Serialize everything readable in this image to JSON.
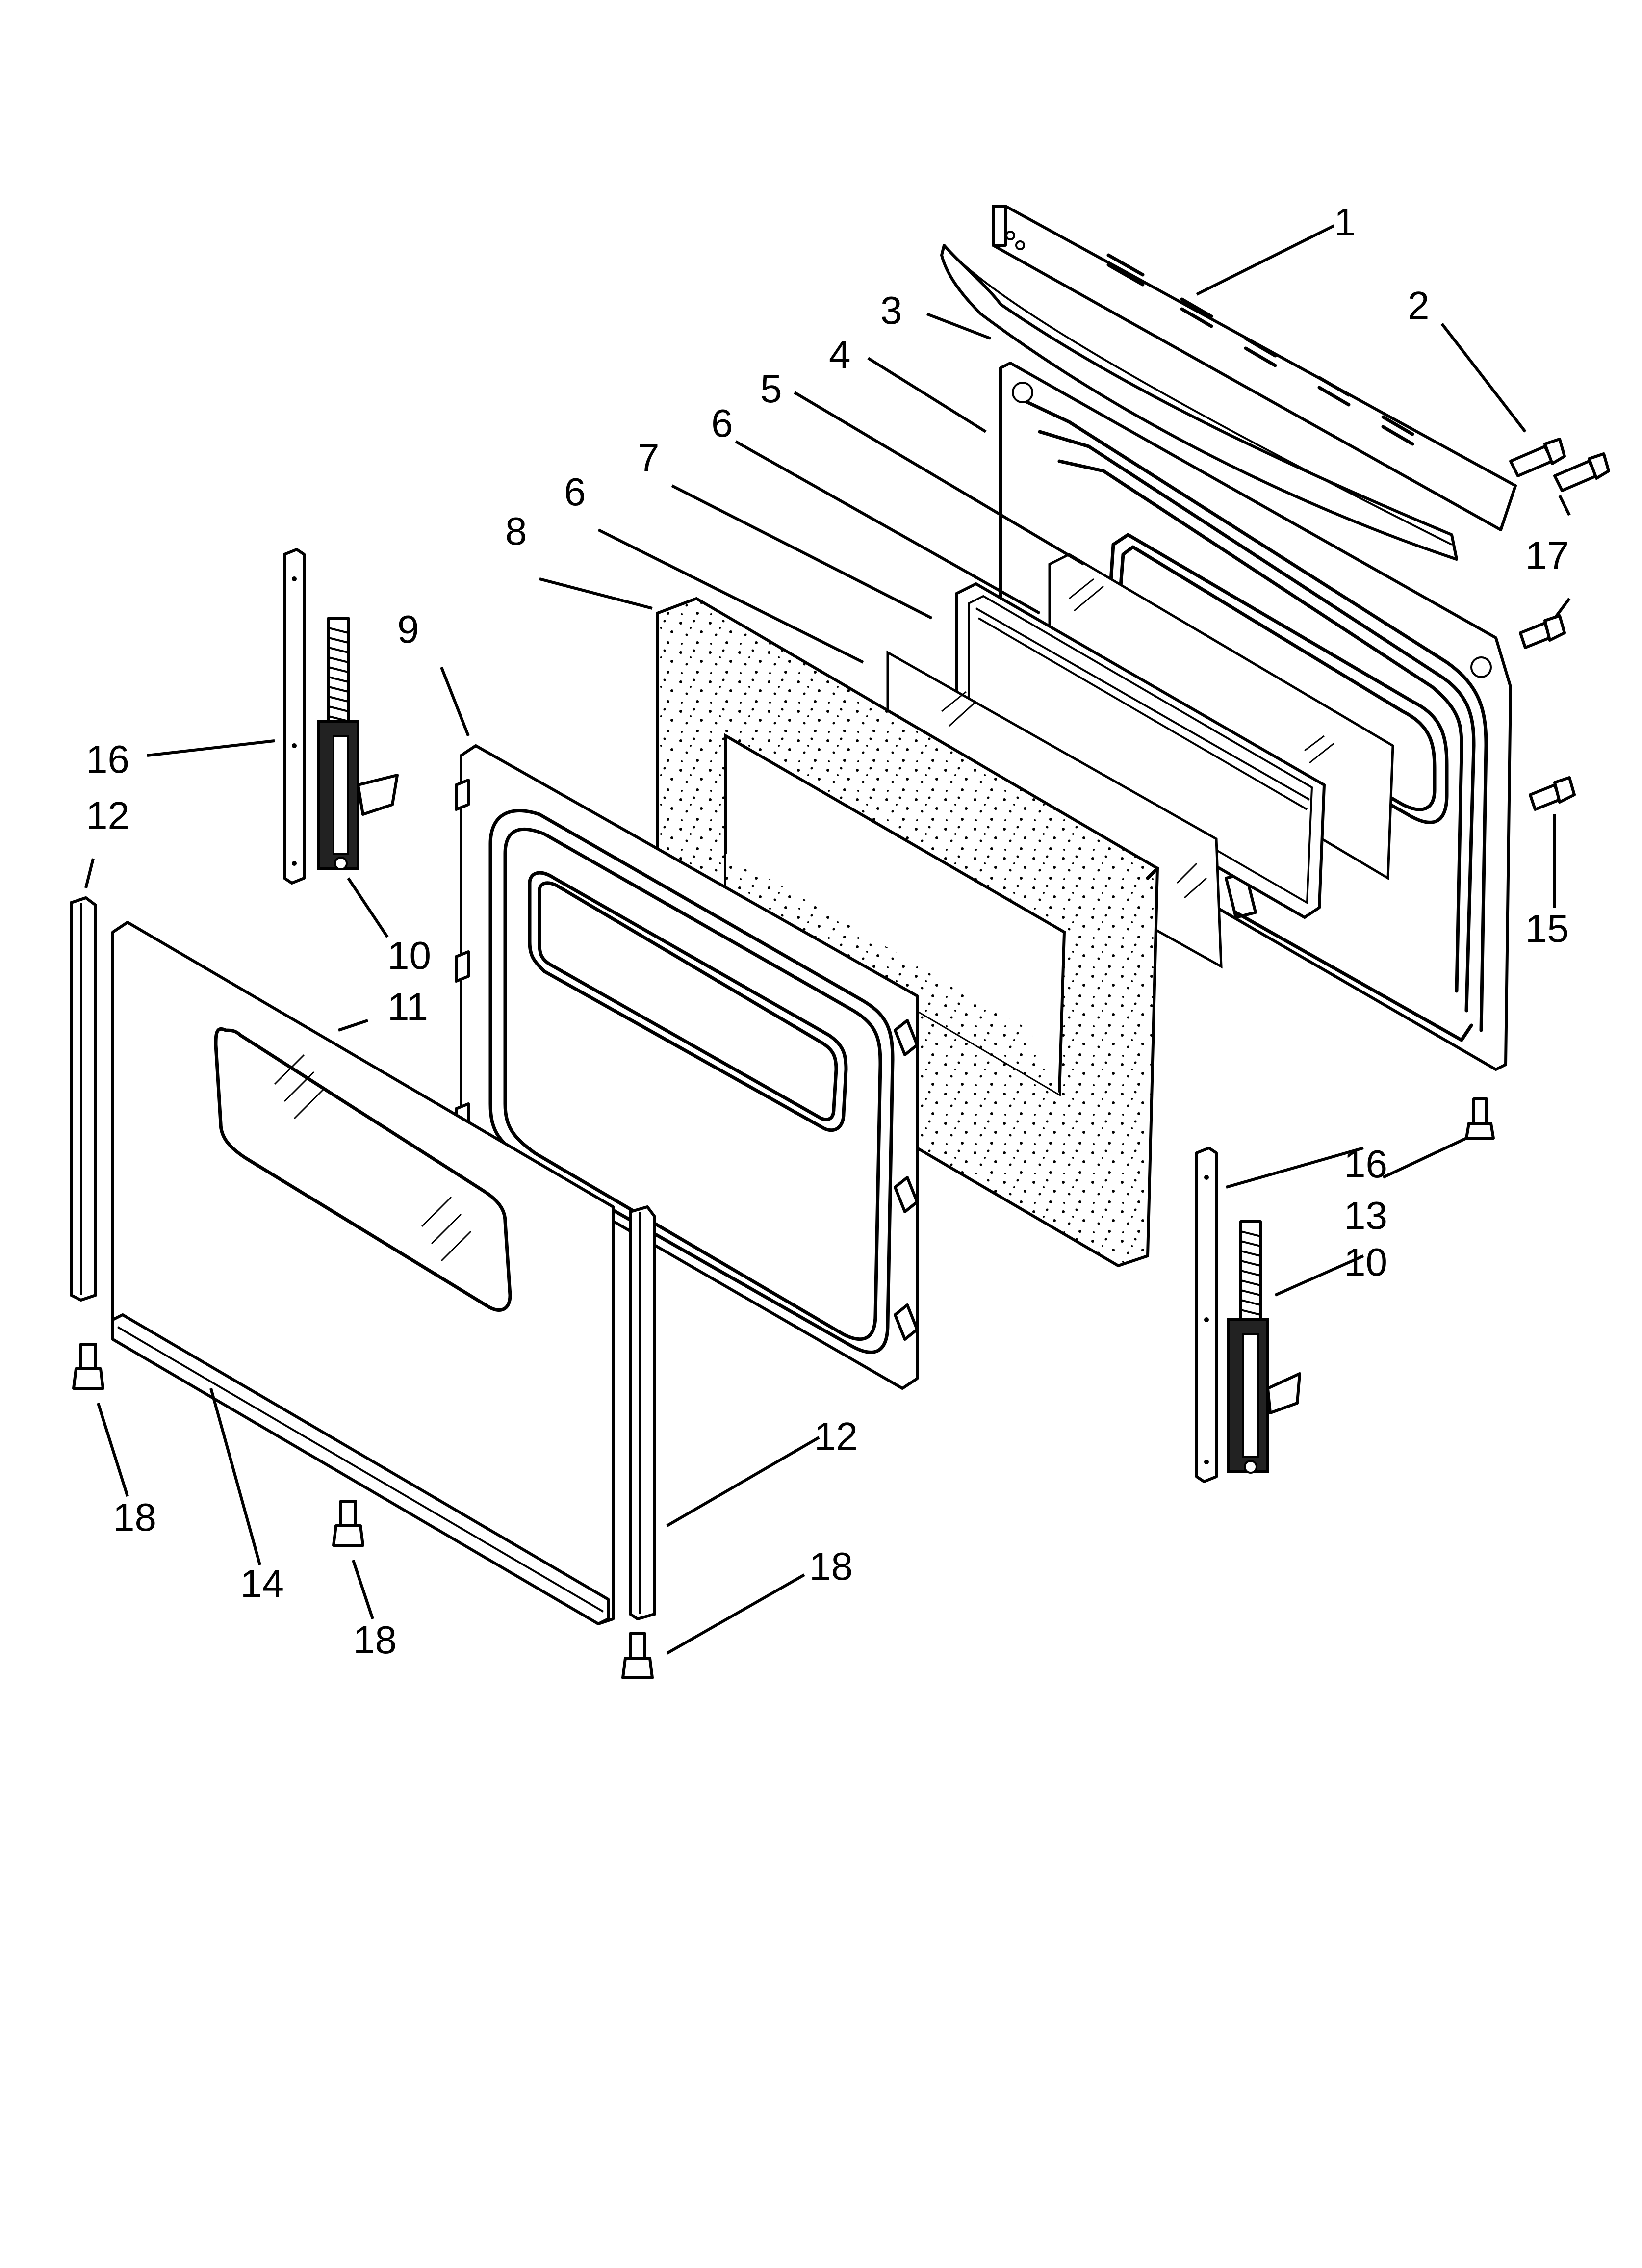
{
  "callouts": [
    {
      "id": "c1",
      "label": "1"
    },
    {
      "id": "c2",
      "label": "2"
    },
    {
      "id": "c3",
      "label": "3"
    },
    {
      "id": "c4",
      "label": "4"
    },
    {
      "id": "c5",
      "label": "5"
    },
    {
      "id": "c6a",
      "label": "6"
    },
    {
      "id": "c7",
      "label": "7"
    },
    {
      "id": "c6b",
      "label": "6"
    },
    {
      "id": "c8",
      "label": "8"
    },
    {
      "id": "c9",
      "label": "9"
    },
    {
      "id": "c16a",
      "label": "16"
    },
    {
      "id": "c12a",
      "label": "12"
    },
    {
      "id": "c10a",
      "label": "10"
    },
    {
      "id": "c11",
      "label": "11"
    },
    {
      "id": "c17",
      "label": "17"
    },
    {
      "id": "c15",
      "label": "15"
    },
    {
      "id": "c16b",
      "label": "16"
    },
    {
      "id": "c13",
      "label": "13"
    },
    {
      "id": "c10b",
      "label": "10"
    },
    {
      "id": "c12b",
      "label": "12"
    },
    {
      "id": "c18a",
      "label": "18"
    },
    {
      "id": "c14",
      "label": "14"
    },
    {
      "id": "c18b",
      "label": "18"
    },
    {
      "id": "c18c",
      "label": "18"
    }
  ]
}
